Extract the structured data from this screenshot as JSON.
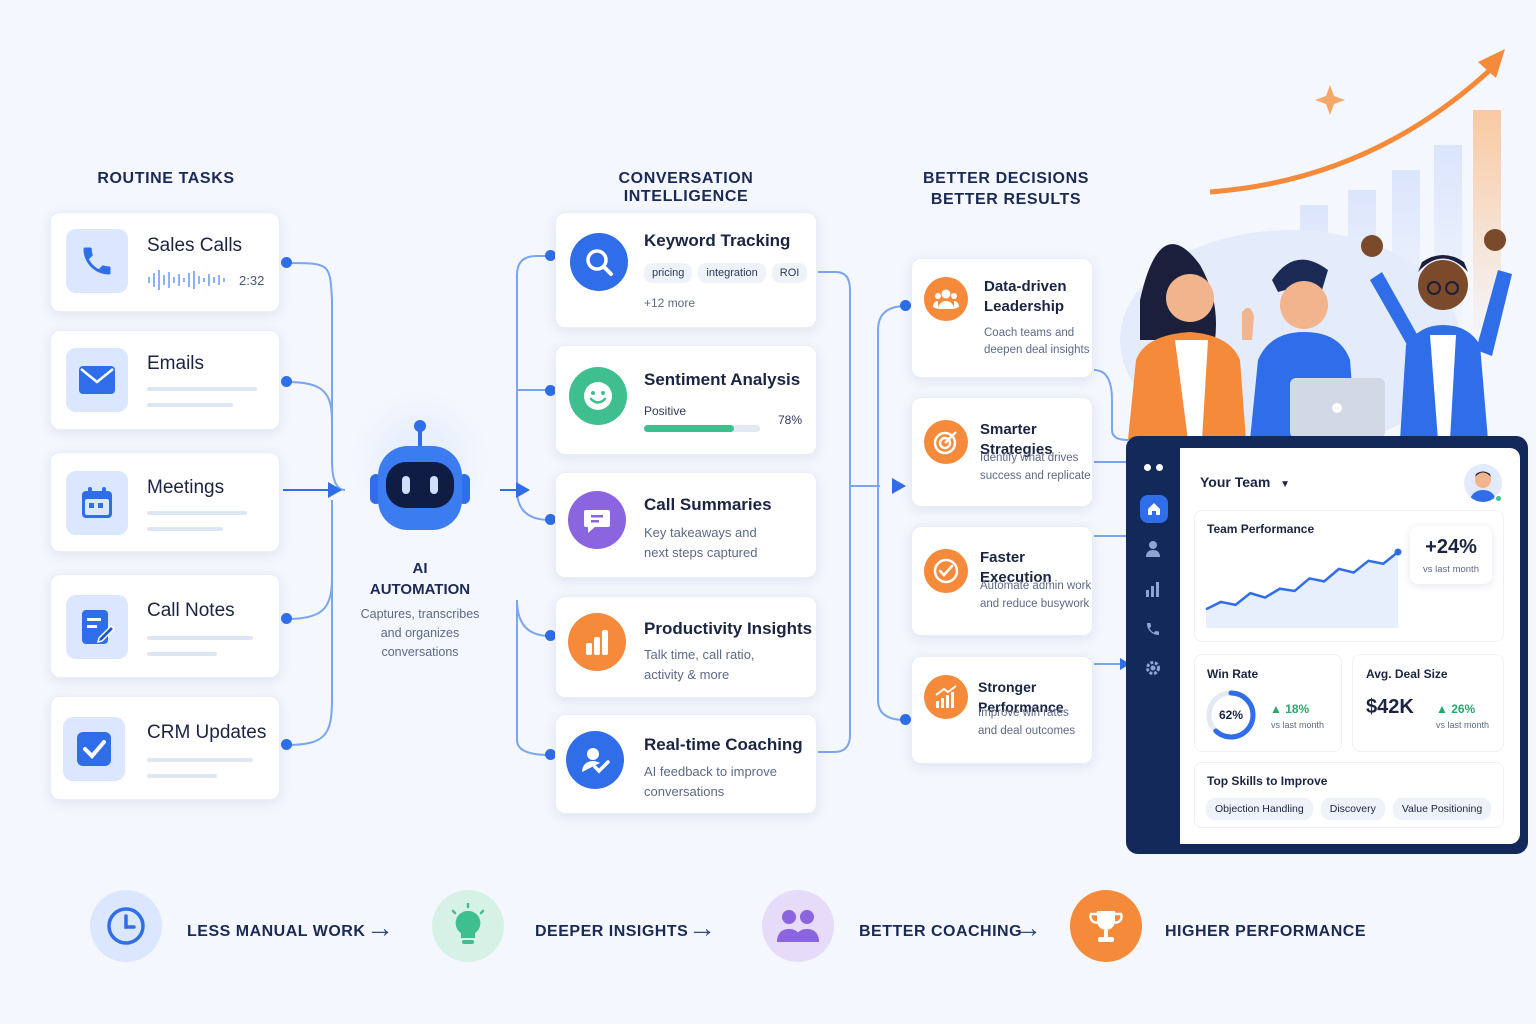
{
  "headings": {
    "routine": "ROUTINE TASKS",
    "ci": "CONVERSATION INTELLIGENCE",
    "better_line1": "BETTER DECISIONS",
    "better_line2": "BETTER RESULTS"
  },
  "routine_tasks": [
    {
      "label": "Sales Calls",
      "icon": "phone-icon",
      "duration": "2:32"
    },
    {
      "label": "Emails",
      "icon": "mail-icon"
    },
    {
      "label": "Meetings",
      "icon": "calendar-icon"
    },
    {
      "label": "Call Notes",
      "icon": "note-edit-icon"
    },
    {
      "label": "CRM Updates",
      "icon": "checkbox-icon"
    }
  ],
  "ai": {
    "title_line1": "AI",
    "title_line2": "AUTOMATION",
    "desc_line1": "Captures, transcribes",
    "desc_line2": "and organizes",
    "desc_line3": "conversations"
  },
  "ci_cards": [
    {
      "title": "Keyword Tracking",
      "icon": "search-icon",
      "chips": [
        "pricing",
        "integration",
        "ROI"
      ],
      "more": "+12 more",
      "color": "#2f6ee8"
    },
    {
      "title": "Sentiment Analysis",
      "icon": "smile-icon",
      "label": "Positive",
      "value": "78%",
      "progress": 0.78,
      "color": "#3fbf8f"
    },
    {
      "title": "Call Summaries",
      "icon": "chat-icon",
      "line1": "Key takeaways and",
      "line2": "next steps captured",
      "color": "#8b64e0"
    },
    {
      "title": "Productivity Insights",
      "icon": "bar-chart-icon",
      "line1": "Talk time, call ratio,",
      "line2": "activity & more",
      "color": "#f58a3a"
    },
    {
      "title": "Real-time Coaching",
      "icon": "coach-icon",
      "line1": "AI feedback to improve",
      "line2": "conversations",
      "color": "#2f6ee8"
    }
  ],
  "results": [
    {
      "title_line1": "Data-driven",
      "title_line2": "Leadership",
      "sub_line1": "Coach teams and",
      "sub_line2": "deepen deal insights",
      "icon": "team-icon"
    },
    {
      "title_line1": "Smarter Strategies",
      "sub_line1": "Identify what drives",
      "sub_line2": "success and replicate",
      "icon": "target-icon"
    },
    {
      "title_line1": "Faster Execution",
      "sub_line1": "Automate admin work",
      "sub_line2": "and reduce busywork",
      "icon": "check-circle-icon"
    },
    {
      "title_line1": "Stronger Performance",
      "sub_line1": "Improve win rates",
      "sub_line2": "and deal outcomes",
      "icon": "growth-icon"
    }
  ],
  "dashboard": {
    "team_select": "Your Team",
    "team_performance": "Team Performance",
    "perf_change": "+24%",
    "perf_vs": "vs last month",
    "perf_trend": [
      2,
      3,
      2.6,
      4.2,
      3.6,
      4.8,
      4.5,
      6.2,
      5.8,
      7.5,
      7.0,
      8.6,
      8.2,
      9.8
    ],
    "win_rate_label": "Win Rate",
    "win_rate_value": "62%",
    "win_rate_fraction": 0.62,
    "win_rate_change": "▲ 18%",
    "win_rate_vs": "vs last month",
    "deal_label": "Avg. Deal Size",
    "deal_value": "$42K",
    "deal_change": "▲ 26%",
    "deal_vs": "vs last month",
    "skills_label": "Top Skills to Improve",
    "skills": [
      "Objection Handling",
      "Discovery",
      "Value Positioning"
    ],
    "nav_icons": [
      "home-icon",
      "user-icon",
      "chart-icon",
      "phone-icon",
      "gear-icon"
    ]
  },
  "bottom": [
    {
      "label": "LESS MANUAL WORK",
      "icon": "clock-icon",
      "color": "#2f6ee8"
    },
    {
      "label": "DEEPER INSIGHTS",
      "icon": "lightbulb-icon",
      "color": "#3fbf8f"
    },
    {
      "label": "BETTER COACHING",
      "icon": "people-icon",
      "color": "#8b64e0"
    },
    {
      "label": "HIGHER PERFORMANCE",
      "icon": "trophy-icon",
      "color": "#f58a3a"
    }
  ],
  "colors": {
    "blue": "#2f6ee8",
    "navy": "#13295a",
    "orange": "#f58a3a",
    "green": "#3fbf8f",
    "purple": "#8b64e0"
  }
}
